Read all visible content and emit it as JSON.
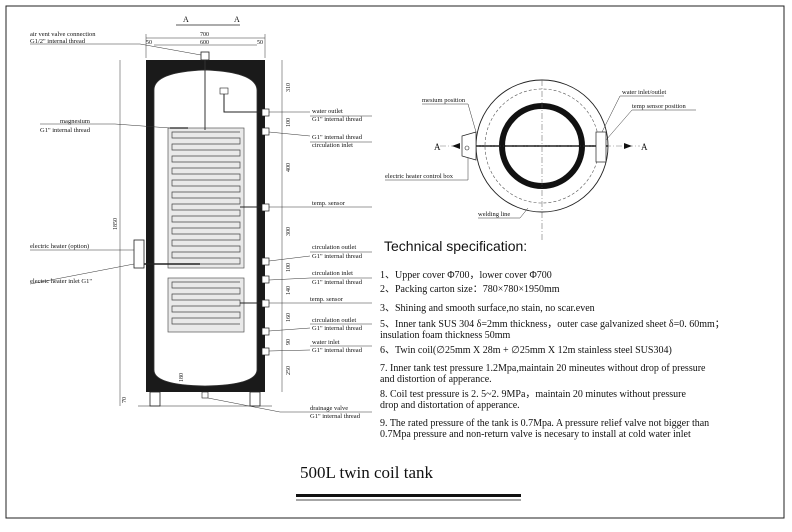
{
  "sections": {
    "front": "A",
    "top_left": "A",
    "top_right": "A",
    "side_left": "A",
    "side_right": "A"
  },
  "dimensions": {
    "outer_width": "700",
    "inner_width": "600",
    "left_gap": "50",
    "right_gap": "50",
    "total_height": "1850",
    "seg_310": "310",
    "seg_100a": "100",
    "seg_400": "400",
    "seg_300": "300",
    "seg_100b": "100",
    "seg_140": "140",
    "seg_160": "160",
    "seg_90": "90",
    "seg_250": "250",
    "seg_180": "180",
    "seg_70": "70"
  },
  "front_labels": {
    "air_vent_1": "air vent valve connection",
    "air_vent_2": "G1/2\" internal thread",
    "magnesium_1": "magnesium",
    "magnesium_2": "G1\" internal thread",
    "water_outlet_1": "water outlet",
    "water_outlet_2": "G1\" internal thread",
    "circ_inlet_top_1": "G1\" internal thread",
    "circ_inlet_top_2": "circulation inlet",
    "temp_sensor_1": "temp. sensor",
    "heater_option": "electric heater (option)",
    "circ_outlet_1": "circulation outlet",
    "circ_outlet_2": "G1\" internal thread",
    "heater_inlet": "electric heater inlet G1\"",
    "circ_inlet_2a": "circulation inlet",
    "circ_inlet_2b": "G1\" internal thread",
    "temp_sensor_2": "temp. sensor",
    "circ_outlet2_1": "circulation outlet",
    "circ_outlet2_2": "G1\" internal thread",
    "water_inlet_1": "water inlet",
    "water_inlet_2": "G1\" internal thread",
    "drain_1": "drainage valve",
    "drain_2": "G1\" internal thread"
  },
  "top_view_labels": {
    "mesium_position": "mesium position",
    "water_inlet_outlet": "water inlet/outlet",
    "temp_sensor_position": "temp sensor position",
    "heater_control_box": "electric heater control box",
    "welding_line": "welding line"
  },
  "spec": {
    "heading": "Technical specification:",
    "items": [
      "1、Upper cover  Φ700，lower cover Φ700",
      "2、Packing carton size：780×780×1950mm",
      "3、Shining and smooth surface,no stain, no scar.even",
      "5、Inner tank SUS 304  δ=2mm thickness，outer case galvanized sheet  δ=0. 60mm；",
      "     insulation foam thickness 50mm",
      "6、Twin  coil(∅25mm X 28m + ∅25mm X 12m stainless steel SUS304)",
      "7. Inner tank test pressure 1.2Mpa,maintain  20 mineutes without drop of pressure",
      "    and distortion of apperance.",
      "8. Coil test pressure is  2. 5~2. 9MPa，maintain 20 minutes without pressure",
      "    drop and distortation of apperance.",
      "9. The rated pressure of the tank is 0.7Mpa. A pressure relief valve not bigger than",
      "    0.7Mpa pressure and non-return valve is necesary to install at cold water inlet"
    ]
  },
  "title": "500L twin coil tank"
}
